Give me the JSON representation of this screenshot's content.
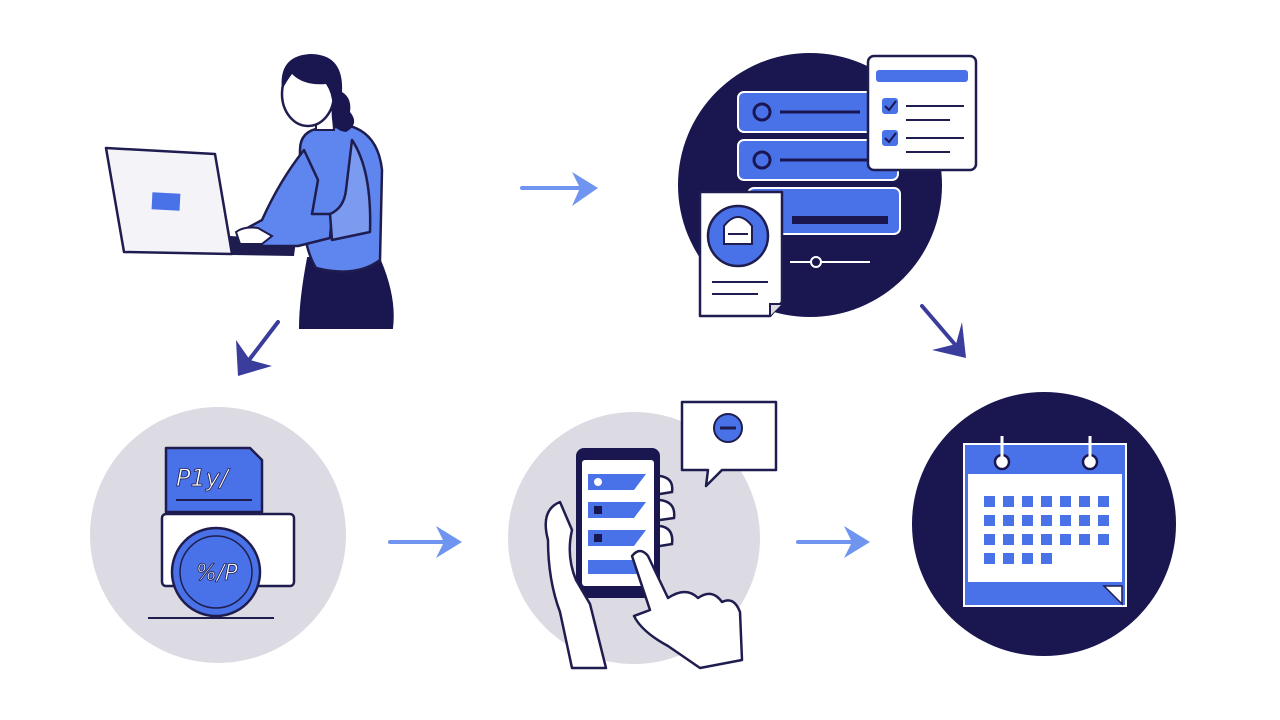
{
  "colors": {
    "navy": "#191650",
    "blue": "#4a72e8",
    "blue_light": "#7b9bf0",
    "blue_mid": "#5f86ef",
    "gray_circle": "#dcdbe3",
    "stroke": "#1f1d4f",
    "paper": "#ffffff",
    "arrow_light": "#6f95f0",
    "arrow_dark": "#3b3d9c"
  },
  "steps": [
    {
      "id": "work-on-laptop",
      "icon": "person-laptop-icon"
    },
    {
      "id": "submit-form-to-server",
      "icon": "server-checklist-icon"
    },
    {
      "id": "sign-and-stamp-document",
      "icon": "document-stamp-icon"
    },
    {
      "id": "confirm-on-phone",
      "icon": "phone-tap-icon"
    },
    {
      "id": "schedule-on-calendar",
      "icon": "calendar-icon"
    }
  ],
  "arrows": [
    "right",
    "down-right",
    "down-left",
    "right",
    "right"
  ],
  "doc_scribble": "P1y/",
  "stamp_scribble": "%/P",
  "calendar": {
    "rows": 4,
    "cols": 7,
    "visible_cells": 25
  }
}
